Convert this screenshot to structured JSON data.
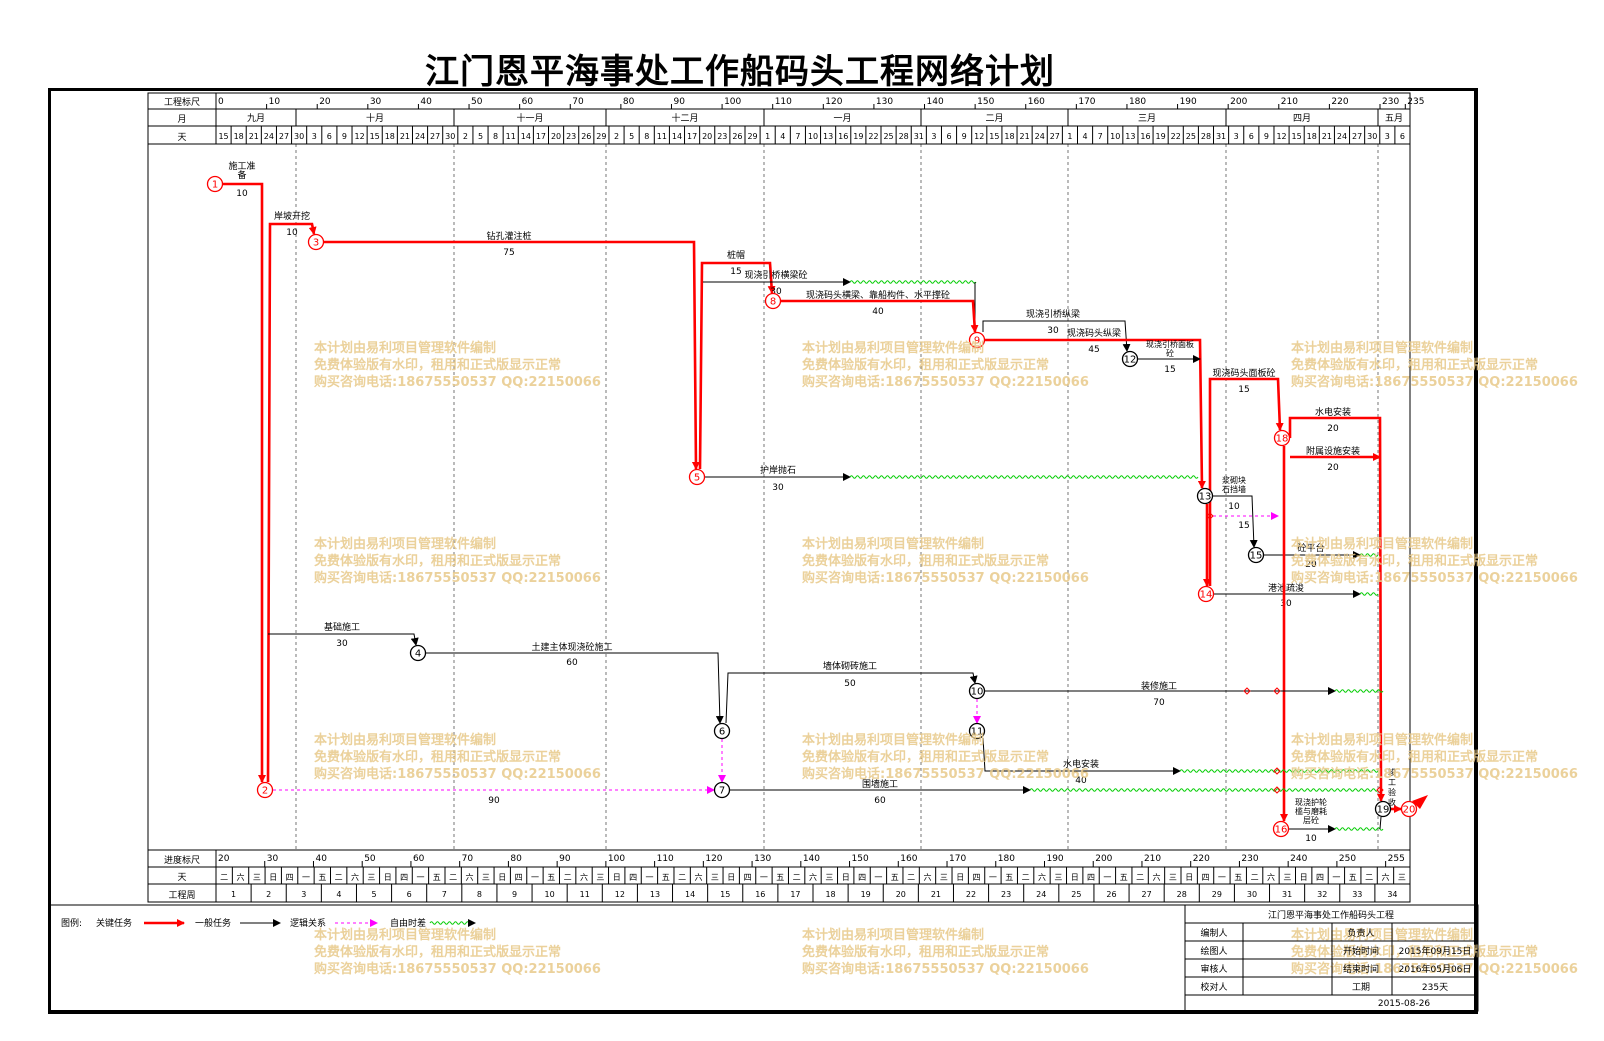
{
  "title": "江门恩平海事处工作船码头工程网络计划",
  "header": {
    "row_labels": [
      "工程标尺",
      "月",
      "天"
    ],
    "scale_ticks": [
      "0",
      "10",
      "20",
      "30",
      "40",
      "50",
      "60",
      "70",
      "80",
      "90",
      "100",
      "110",
      "120",
      "130",
      "140",
      "150",
      "160",
      "170",
      "180",
      "190",
      "200",
      "210",
      "220",
      "230",
      "235"
    ],
    "months": [
      "九月",
      "十月",
      "十一月",
      "十二月",
      "一月",
      "二月",
      "三月",
      "四月",
      "五月"
    ],
    "days": [
      "15",
      "18",
      "21",
      "24",
      "27",
      "30",
      "3",
      "6",
      "9",
      "12",
      "15",
      "18",
      "21",
      "24",
      "27",
      "30",
      "2",
      "5",
      "8",
      "11",
      "14",
      "17",
      "20",
      "23",
      "26",
      "29",
      "2",
      "5",
      "8",
      "11",
      "14",
      "17",
      "20",
      "23",
      "26",
      "29",
      "1",
      "4",
      "7",
      "10",
      "13",
      "16",
      "19",
      "22",
      "25",
      "28",
      "31",
      "3",
      "6",
      "9",
      "12",
      "15",
      "18",
      "21",
      "24",
      "27",
      "1",
      "4",
      "7",
      "10",
      "13",
      "16",
      "19",
      "22",
      "25",
      "28",
      "31",
      "3",
      "6",
      "9",
      "12",
      "15",
      "18",
      "21",
      "24",
      "27",
      "30",
      "3",
      "6"
    ]
  },
  "footer": {
    "row_labels": [
      "进度标尺",
      "天",
      "工程周"
    ],
    "scale_ticks": [
      "20",
      "30",
      "40",
      "50",
      "60",
      "70",
      "80",
      "90",
      "100",
      "110",
      "120",
      "130",
      "140",
      "150",
      "160",
      "170",
      "180",
      "190",
      "200",
      "210",
      "220",
      "230",
      "240",
      "250",
      "255"
    ],
    "weekdays": [
      "二",
      "六",
      "三",
      "日",
      "四",
      "一",
      "五",
      "二",
      "六",
      "三",
      "日",
      "四",
      "一",
      "五",
      "二",
      "六",
      "三",
      "日",
      "四",
      "一",
      "五",
      "二",
      "六",
      "三",
      "日",
      "四",
      "一",
      "五",
      "二",
      "六",
      "三",
      "日",
      "四",
      "一",
      "五",
      "二",
      "六",
      "三",
      "日",
      "四",
      "一",
      "五",
      "二",
      "六",
      "三",
      "日",
      "四",
      "一",
      "五",
      "二",
      "六",
      "三",
      "日",
      "四",
      "一",
      "五",
      "二",
      "六",
      "三",
      "日",
      "四",
      "一",
      "五",
      "二",
      "六",
      "三",
      "日",
      "四",
      "一",
      "五",
      "二",
      "六",
      "三"
    ],
    "weeks": [
      "1",
      "2",
      "3",
      "4",
      "5",
      "6",
      "7",
      "8",
      "9",
      "10",
      "11",
      "12",
      "13",
      "14",
      "15",
      "16",
      "17",
      "18",
      "19",
      "20",
      "21",
      "22",
      "23",
      "24",
      "25",
      "26",
      "27",
      "28",
      "29",
      "30",
      "31",
      "32",
      "33",
      "34"
    ]
  },
  "nodes": [
    {
      "id": "1",
      "critical": true
    },
    {
      "id": "2",
      "critical": true
    },
    {
      "id": "3",
      "critical": true
    },
    {
      "id": "4",
      "critical": false
    },
    {
      "id": "5",
      "critical": true
    },
    {
      "id": "6",
      "critical": false
    },
    {
      "id": "7",
      "critical": false
    },
    {
      "id": "8",
      "critical": true
    },
    {
      "id": "9",
      "critical": true
    },
    {
      "id": "10",
      "critical": false
    },
    {
      "id": "11",
      "critical": false
    },
    {
      "id": "12",
      "critical": false
    },
    {
      "id": "13",
      "critical": false
    },
    {
      "id": "14",
      "critical": true
    },
    {
      "id": "15",
      "critical": false
    },
    {
      "id": "16",
      "critical": true
    },
    {
      "id": "18",
      "critical": true
    },
    {
      "id": "19",
      "critical": false
    },
    {
      "id": "20",
      "critical": true
    }
  ],
  "tasks": [
    {
      "name": "施工准备",
      "duration": "10",
      "type": "critical"
    },
    {
      "name": "岸坡开挖",
      "duration": "10",
      "type": "critical"
    },
    {
      "name": "钻孔灌注桩",
      "duration": "75",
      "type": "critical"
    },
    {
      "name": "桩帽",
      "duration": "15",
      "type": "critical"
    },
    {
      "name": "现浇引桥横梁砼",
      "duration": "30",
      "type": "normal"
    },
    {
      "name": "现浇码头横梁、靠船构件、水平撑砼",
      "duration": "40",
      "type": "critical"
    },
    {
      "name": "现浇引桥纵梁",
      "duration": "30",
      "type": "normal"
    },
    {
      "name": "现浇码头纵梁",
      "duration": "45",
      "type": "critical"
    },
    {
      "name": "现浇引桥面板砼",
      "duration": "15",
      "type": "normal"
    },
    {
      "name": "现浇码头面板砼",
      "duration": "15",
      "type": "critical"
    },
    {
      "name": "水电安装",
      "duration": "20",
      "type": "critical"
    },
    {
      "name": "附属设施安装",
      "duration": "20",
      "type": "critical"
    },
    {
      "name": "护岸抛石",
      "duration": "30",
      "type": "normal"
    },
    {
      "name": "浆砌块石挡墙",
      "duration": "10",
      "type": "normal"
    },
    {
      "name": "砼平台",
      "duration": "20",
      "type": "normal"
    },
    {
      "name": "港池疏浚",
      "duration": "30",
      "type": "normal"
    },
    {
      "name": "基础施工",
      "duration": "30",
      "type": "normal"
    },
    {
      "name": "土建主体现浇砼施工",
      "duration": "60",
      "type": "normal"
    },
    {
      "name": "墙体砌砖施工",
      "duration": "50",
      "type": "normal"
    },
    {
      "name": "装修施工",
      "duration": "70",
      "type": "normal"
    },
    {
      "name": "水电安装",
      "duration": "40",
      "type": "normal"
    },
    {
      "name": "围墙施工",
      "duration": "60",
      "type": "normal"
    },
    {
      "name": "现浇护轮槛与磨耗层砼",
      "duration": "10",
      "type": "critical"
    },
    {
      "name": "竣工验收",
      "duration": "",
      "type": "normal"
    },
    {
      "name": "",
      "duration": "90",
      "type": "logic"
    },
    {
      "name": "",
      "duration": "15",
      "type": "logic"
    }
  ],
  "watermark": {
    "line1": "本计划由易利项目管理软件编制",
    "line2": "免费体验版有水印，租用和正式版显示正常",
    "line3": "购买咨询电话:18675550537 QQ:22150066"
  },
  "legend": {
    "label": "图例:",
    "critical": "关键任务",
    "normal": "一般任务",
    "logic": "逻辑关系",
    "free": "自由时差"
  },
  "title_block": {
    "project": "江门恩平海事处工作船码头工程",
    "rows": [
      {
        "label": "编制人",
        "value": "",
        "label2": "负责人",
        "value2": ""
      },
      {
        "label": "绘图人",
        "value": "",
        "label2": "开始时间",
        "value2": "2015年09月15日"
      },
      {
        "label": "审核人",
        "value": "",
        "label2": "结束时间",
        "value2": "2016年05月06日"
      },
      {
        "label": "校对人",
        "value": "",
        "label2": "工期",
        "value2": "235天"
      }
    ],
    "date": "2015-08-26"
  },
  "colors": {
    "critical": "#ff0000",
    "normal": "#000000",
    "logic": "#ff00ff",
    "free": "#00cc00",
    "watermark": "#e8c98a"
  }
}
